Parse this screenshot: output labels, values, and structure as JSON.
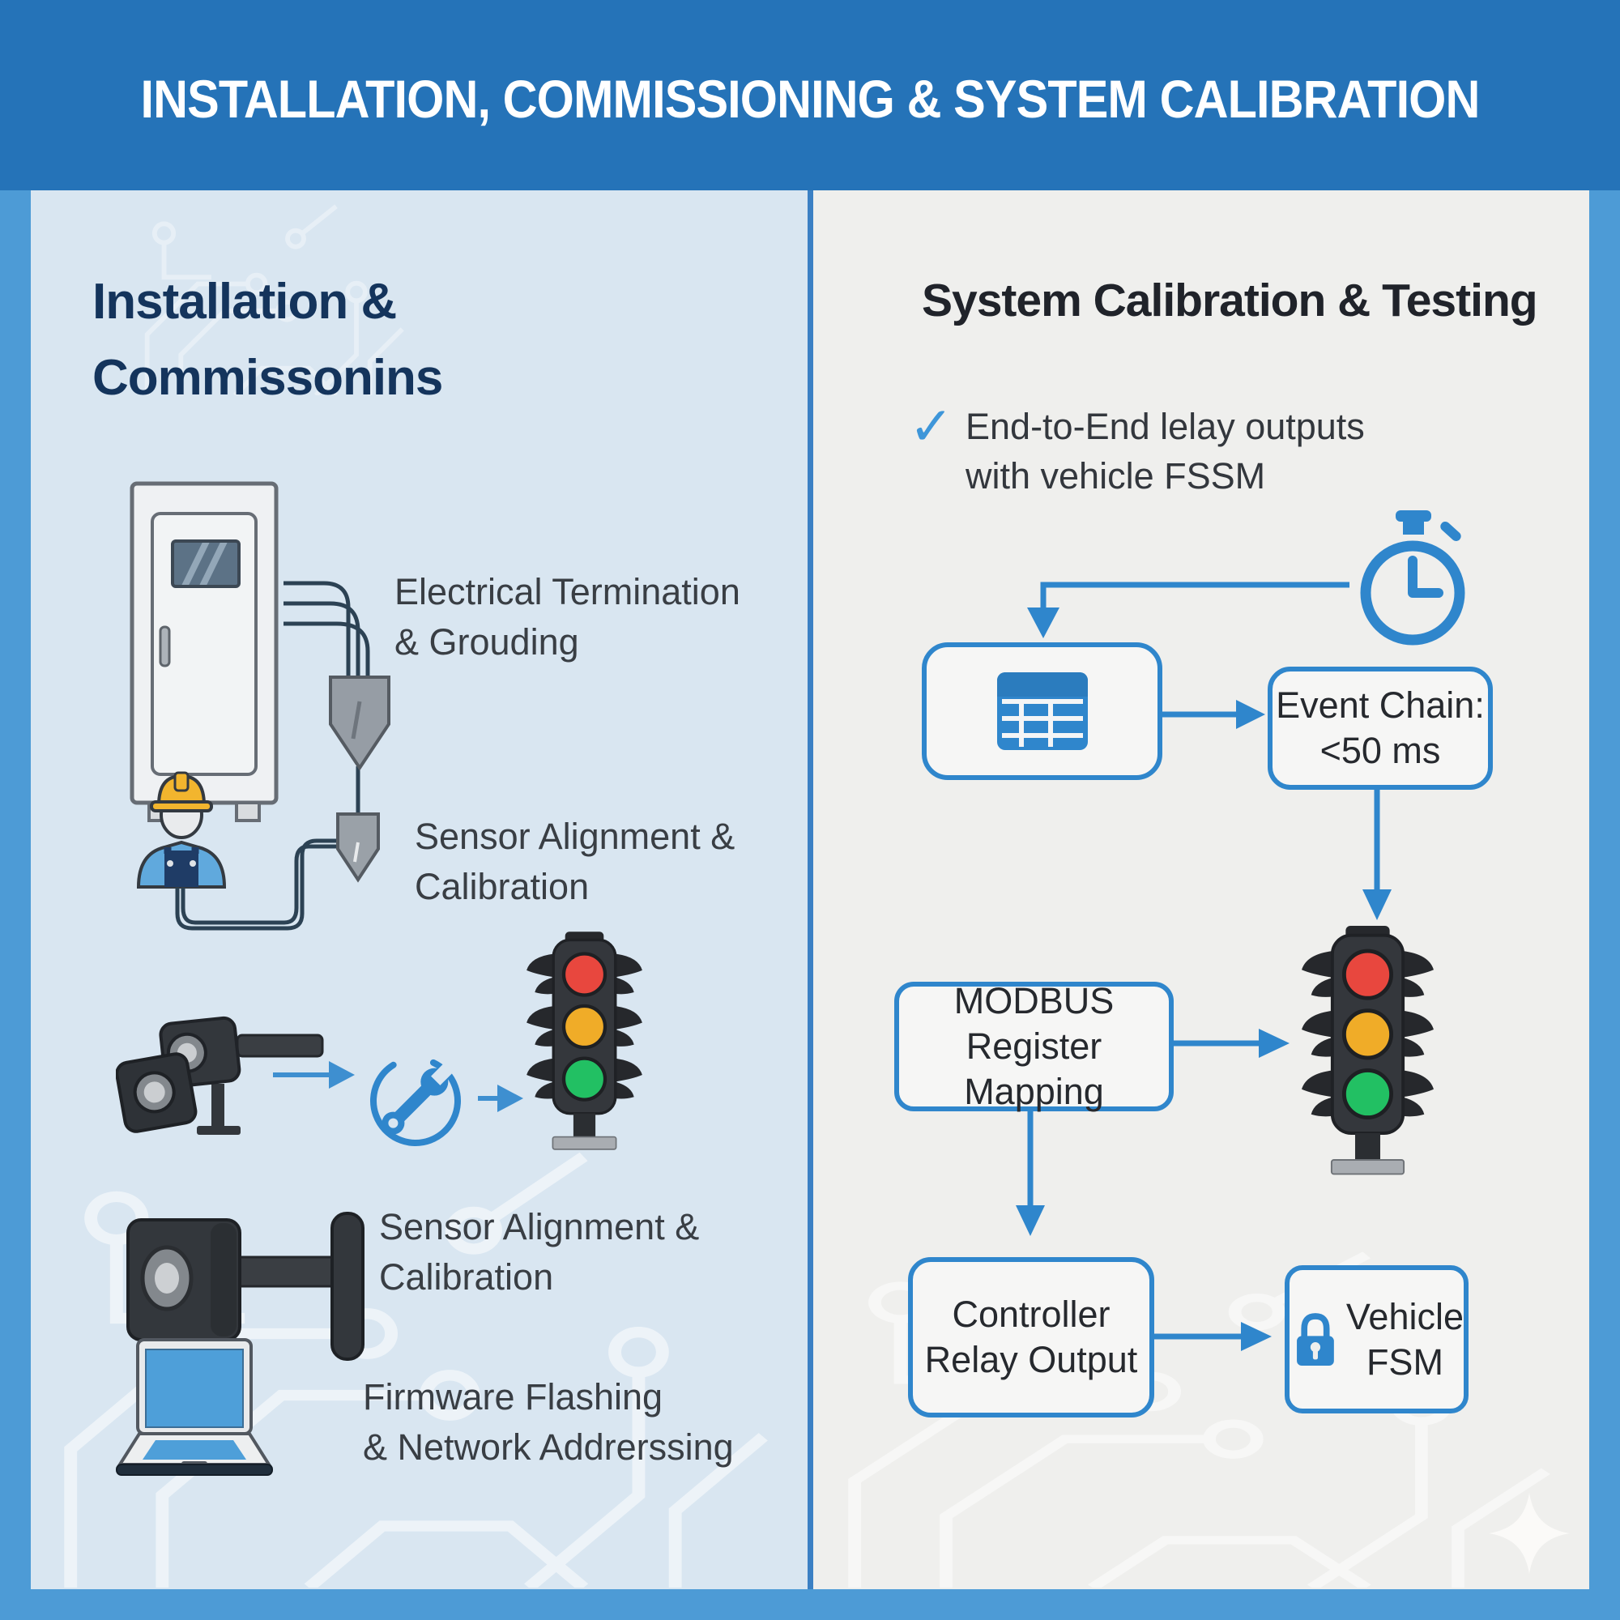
{
  "title": "INSTALLATION, COMMISSIONING & SYSTEM CALIBRATION",
  "colors": {
    "header_bg": "#2573B8",
    "frame": "#4D9BD6",
    "left_panel_bg": "#D9E6F1",
    "right_panel_bg": "#EFEFED",
    "divider": "#3B80C4",
    "accent_blue": "#2F86CC",
    "arrow_blue": "#3E8FD0",
    "heading_navy": "#14345C",
    "text_dark": "#393E44",
    "traffic_red": "#E8473E",
    "traffic_amber": "#F0AC28",
    "traffic_green": "#22C063"
  },
  "left": {
    "heading": [
      "Installation &",
      "Commissonins"
    ],
    "items": [
      {
        "icon": "electrical-cabinet-icon",
        "label": [
          "Electrical Termination",
          "& Grouding"
        ]
      },
      {
        "icon": "worker-grounding-icon",
        "label": [
          "Sensor Alignment &",
          "Calibration"
        ]
      },
      {
        "icons": [
          "camera-pair-icon",
          "wrench-circle-icon",
          "traffic-light-icon"
        ]
      },
      {
        "icon": "camera-sensor-icon",
        "label": [
          "Sensor Alignment &",
          "Calibration"
        ]
      },
      {
        "icon": "laptop-icon",
        "label": [
          "Firmware Flashing",
          "& Network Addrerssing"
        ]
      }
    ]
  },
  "right": {
    "heading": "System Calibration & Testing",
    "bullet": [
      "End-to-End lelay outputs",
      "with vehicle FSSM"
    ],
    "icons": [
      "check-icon",
      "stopwatch-icon",
      "register-table-icon",
      "traffic-light-icon",
      "lock-icon",
      "sparkle-icon"
    ],
    "boxes": {
      "event_chain": [
        "Event Chain:",
        "<50 ms"
      ],
      "modbus": [
        "MODBUS",
        "Register Mapping"
      ],
      "controller": [
        "Controller",
        "Relay Output"
      ],
      "vehicle": [
        "Vehicle",
        "FSM"
      ]
    }
  }
}
